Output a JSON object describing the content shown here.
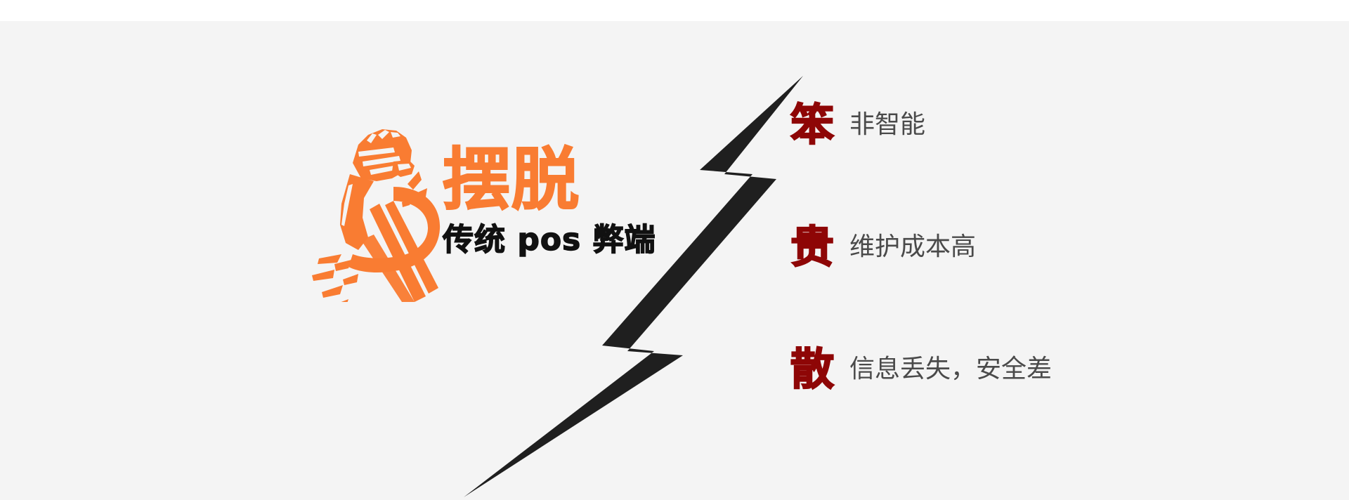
{
  "banner": {
    "background_color": "#f4f4f4",
    "top_band_color": "#ffffff",
    "accent_orange": "#f97c32",
    "accent_dark_red": "#8e0606",
    "bolt_color": "#1f1f1f",
    "body_text_color": "#4a4a4a"
  },
  "headline": {
    "main": "摆脱",
    "sub": "传统 pos 弊端"
  },
  "icon": {
    "name": "fist-breaking-chain-icon",
    "color": "#f97c32"
  },
  "bolt": {
    "name": "lightning-bolt-divider",
    "color": "#1f1f1f"
  },
  "defects": [
    {
      "char": "笨",
      "desc": "非智能"
    },
    {
      "char": "贵",
      "desc": "维护成本高"
    },
    {
      "char": "散",
      "desc": "信息丢失，安全差"
    }
  ]
}
